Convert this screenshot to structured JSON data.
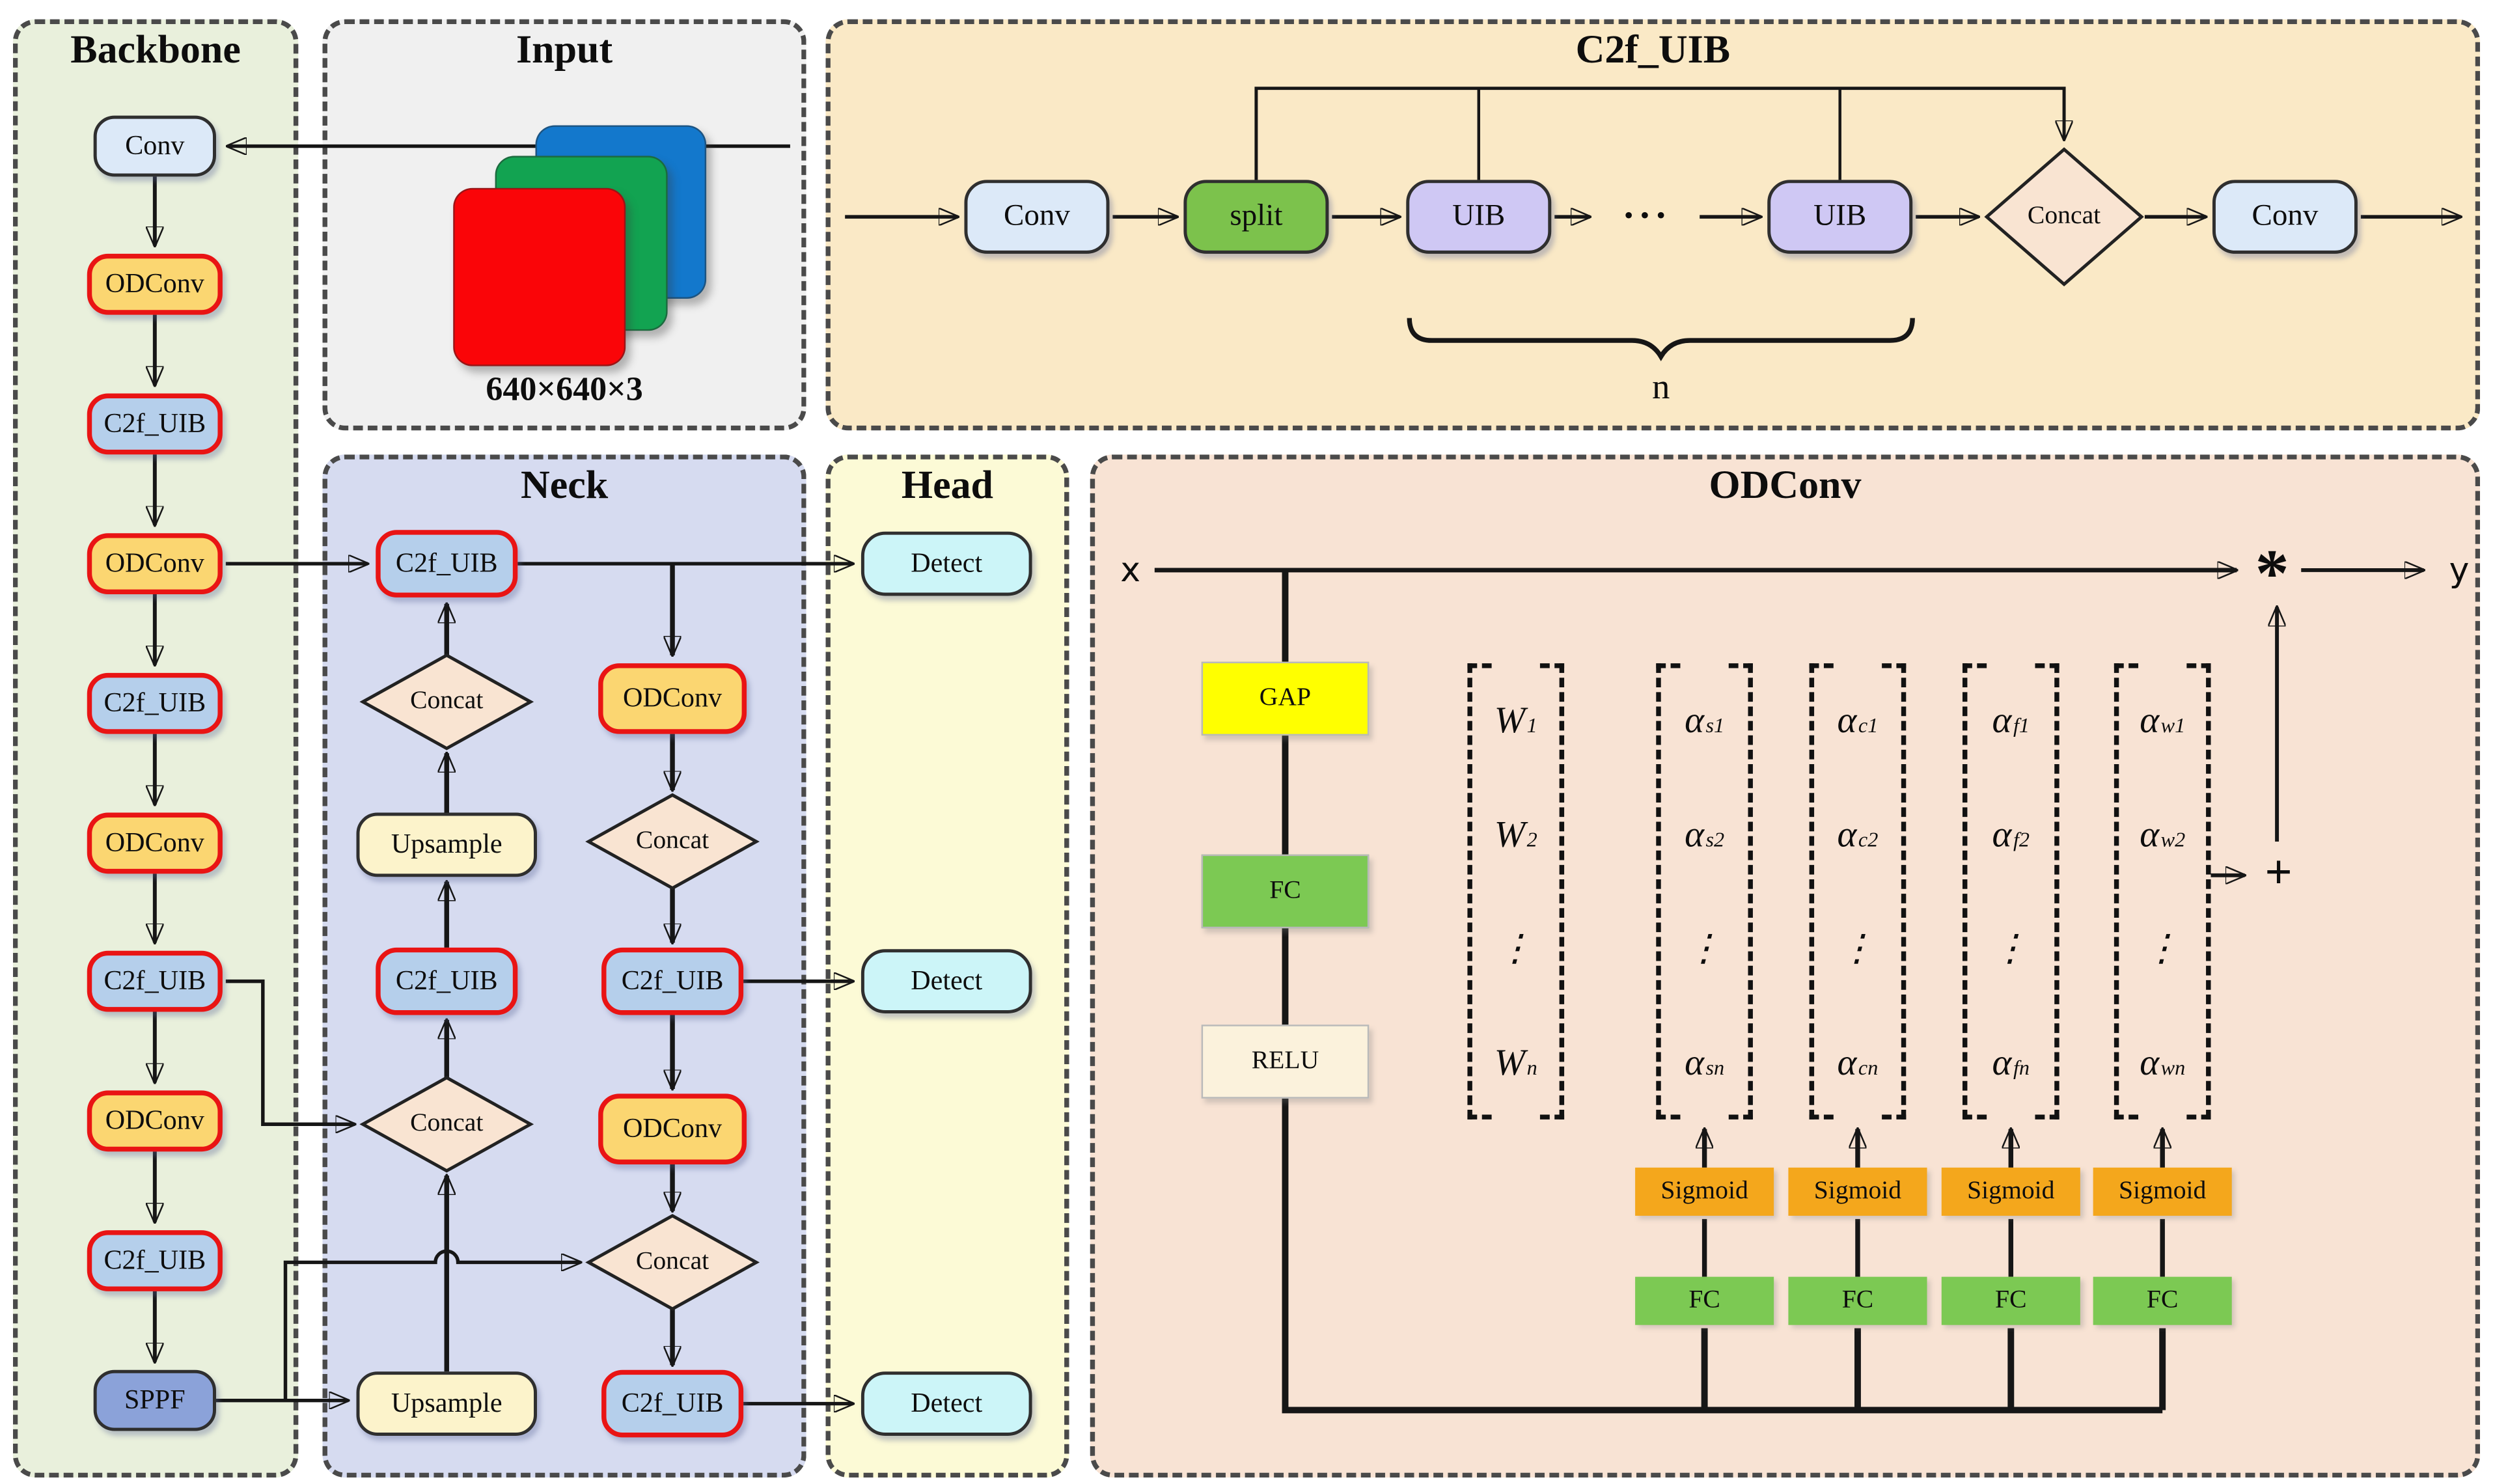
{
  "colors": {
    "panel_backbone_bg": "#e9f0dc",
    "panel_input_bg": "#f0f0f0",
    "panel_neck_bg": "#d6dbf0",
    "panel_head_bg": "#fcfad6",
    "panel_c2f_bg": "#fae9c6",
    "panel_odconv_bg": "#f8e3d4",
    "conv_fill": "#dce9f8",
    "odconv_fill": "#fbd671",
    "c2f_uib_fill": "#b5cfeb",
    "sppf_fill": "#8ba2d9",
    "detect_fill": "#ccf5f8",
    "concat_fill": "#f9e4d2",
    "upsample_fill": "#fcf3cb",
    "split_fill": "#7cc24c",
    "uib_fill": "#cfc8f4",
    "gap_fill": "#ffff00",
    "fc_fill": "#7cc953",
    "relu_fill": "#fbf2dc",
    "sigmoid_fill": "#f4a71c",
    "highlight_border": "#e91414",
    "input_red": "#fa0508",
    "input_green": "#12a351",
    "input_blue": "#1378cc"
  },
  "panels": {
    "backbone": {
      "title": "Backbone",
      "blocks": [
        "Conv",
        "ODConv",
        "C2f_UIB",
        "ODConv",
        "C2f_UIB",
        "ODConv",
        "C2f_UIB",
        "ODConv",
        "C2f_UIB",
        "SPPF"
      ]
    },
    "input": {
      "title": "Input",
      "dims": "640×640×3"
    },
    "neck": {
      "title": "Neck",
      "left_column": [
        "C2f_UIB",
        "Concat",
        "Upsample",
        "C2f_UIB",
        "Concat",
        "Upsample"
      ],
      "right_column": [
        "ODConv",
        "Concat",
        "C2f_UIB",
        "ODConv",
        "Concat",
        "C2f_UIB"
      ]
    },
    "head": {
      "title": "Head",
      "blocks": [
        "Detect",
        "Detect",
        "Detect"
      ]
    },
    "c2f_uib": {
      "title": "C2f_UIB",
      "in_conv": "Conv",
      "split": "split",
      "uib1": "UIB",
      "dots": "···",
      "uib2": "UIB",
      "concat": "Concat",
      "out_conv": "Conv",
      "brace_label": "n"
    },
    "odconv": {
      "title": "ODConv",
      "input_label": "x",
      "output_label": "y",
      "multiply_symbol": "*",
      "add_symbol": "+",
      "chain": [
        "GAP",
        "FC",
        "RELU"
      ],
      "sigmoid_label": "Sigmoid",
      "fc_label": "FC",
      "matrix_columns": [
        {
          "entries": [
            {
              "base": "W",
              "sub": "1"
            },
            {
              "base": "W",
              "sub": "2"
            },
            {
              "base": "⋮",
              "sub": ""
            },
            {
              "base": "W",
              "sub": "n"
            }
          ]
        },
        {
          "entries": [
            {
              "base": "α",
              "sub": "s1"
            },
            {
              "base": "α",
              "sub": "s2"
            },
            {
              "base": "⋮",
              "sub": ""
            },
            {
              "base": "α",
              "sub": "sn"
            }
          ]
        },
        {
          "entries": [
            {
              "base": "α",
              "sub": "c1"
            },
            {
              "base": "α",
              "sub": "c2"
            },
            {
              "base": "⋮",
              "sub": ""
            },
            {
              "base": "α",
              "sub": "cn"
            }
          ]
        },
        {
          "entries": [
            {
              "base": "α",
              "sub": "f1"
            },
            {
              "base": "α",
              "sub": "f2"
            },
            {
              "base": "⋮",
              "sub": ""
            },
            {
              "base": "α",
              "sub": "fn"
            }
          ]
        },
        {
          "entries": [
            {
              "base": "α",
              "sub": "w1"
            },
            {
              "base": "α",
              "sub": "w2"
            },
            {
              "base": "⋮",
              "sub": ""
            },
            {
              "base": "α",
              "sub": "wn"
            }
          ]
        }
      ]
    }
  }
}
